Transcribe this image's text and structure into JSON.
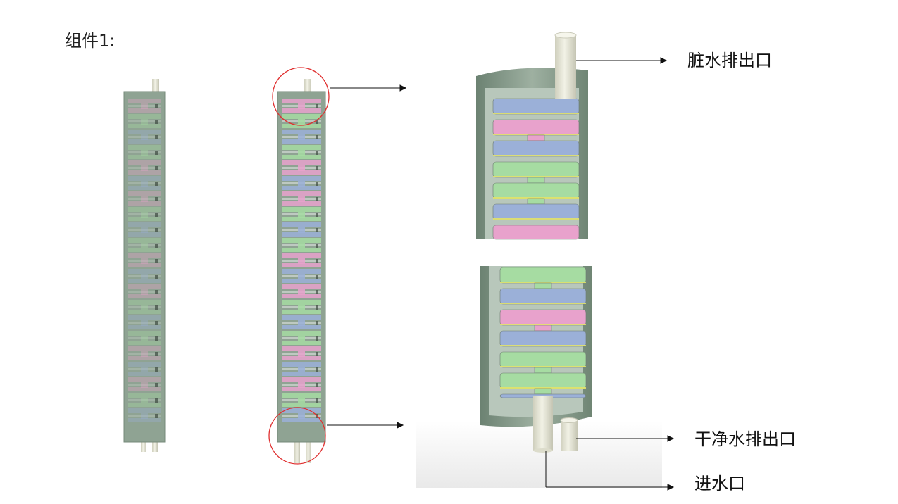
{
  "title": "组件1:",
  "labels": {
    "dirty_outlet": "脏水排出口",
    "clean_outlet": "干净水排出口",
    "inlet": "进水口"
  },
  "colors": {
    "housing": "#8fa393",
    "housing_dark": "#6f8574",
    "pink": "#e8a2cc",
    "green": "#a6dca2",
    "blue": "#9bb0d8",
    "pipe": "#e6e6d6",
    "highlight": "#e03030",
    "arrow": "#111111"
  },
  "icons": [
    "filter-column-icon",
    "zoom-circle-icon",
    "arrow-icon"
  ]
}
